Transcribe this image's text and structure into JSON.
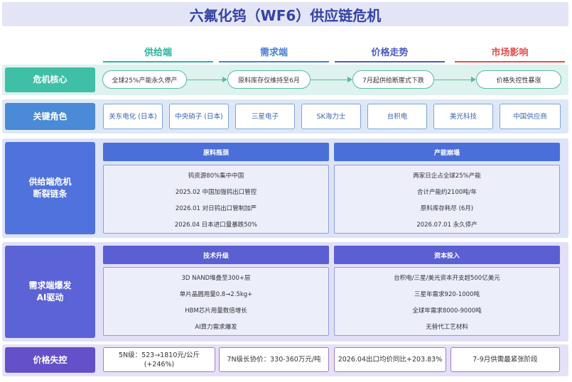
{
  "title": "六氟化钨（WF6）供应链危机",
  "columns": [
    "供给端",
    "需求端",
    "价格走势",
    "市场影响"
  ],
  "crisis_core": {
    "label": "危机核心",
    "steps": [
      "全球25%产能永久停产",
      "原料库存仅维持至6月",
      "7月起供给断崖式下跌",
      "价格失控性暴涨"
    ]
  },
  "key_players": {
    "label": "关键角色",
    "items": [
      "关东电化 (日本)",
      "中央硝子 (日本)",
      "三星电子",
      "SK海力士",
      "台积电",
      "美光科技",
      "中国供应商"
    ]
  },
  "supply_chain": {
    "label": "供给端危机\n断裂链条",
    "panels": [
      {
        "heading": "原料瓶颈",
        "items": [
          "钨资源80%集中中国",
          "2025.02 中国加强钨出口管控",
          "2026.01 对日钨出口管制加严",
          "2026.04 日本进口量暴跌50%"
        ]
      },
      {
        "heading": "产能崩塌",
        "items": [
          "两家日企占全球25%产能",
          "合计产能约2100吨/年",
          "原料库存耗尽 (6月)",
          "2026.07.01 永久停产"
        ]
      }
    ]
  },
  "demand": {
    "label": "需求端爆发\nAI驱动",
    "panels": [
      {
        "heading": "技术升级",
        "items": [
          "3D NAND堆叠至300+层",
          "单片晶圆用量0.8→2.5kg+",
          "HBM芯片用量数倍增长",
          "AI算力需求爆发"
        ]
      },
      {
        "heading": "资本投入",
        "items": [
          "台积电/三星/美光资本开支超500亿美元",
          "三星年需求920-1000吨",
          "全球年需求8000-9000吨",
          "无替代工艺材料"
        ]
      }
    ]
  },
  "price": {
    "label": "价格失控",
    "items": [
      "5N级：523→1810元/公斤(+246%)",
      "7N级长协价：330-360万元/吨",
      "2026.04出口均价同比+203.83%",
      "7-9月供需最紧张阶段"
    ]
  },
  "colors": {
    "title_bg": "#e3e5f6",
    "title_text": "#3342a6",
    "teal": "#2ab39b",
    "blue": "#4a7fd3",
    "indigo": "#4a5bbf",
    "red": "#e0504e",
    "core_label": "#3fbfa6",
    "players_label": "#4a8ad6",
    "supply_label": "#4f72dc",
    "demand_label": "#5b63d6",
    "price_label": "#6450c8"
  }
}
